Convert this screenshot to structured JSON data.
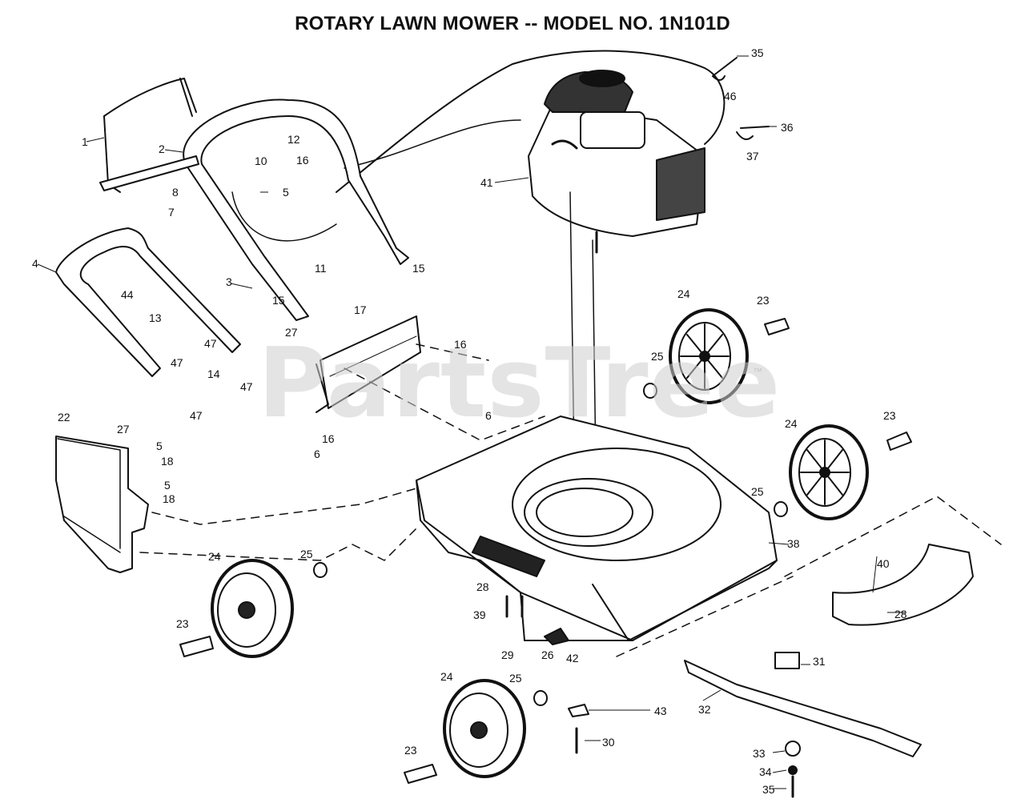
{
  "title": "ROTARY LAWN MOWER -- MODEL NO. 1N101D",
  "watermark": "PartsTree",
  "trademark": "™",
  "part_labels": [
    {
      "id": "1"
    },
    {
      "id": "2"
    },
    {
      "id": "3"
    },
    {
      "id": "4"
    },
    {
      "id": "5"
    },
    {
      "id": "6"
    },
    {
      "id": "7"
    },
    {
      "id": "8"
    },
    {
      "id": "10"
    },
    {
      "id": "11"
    },
    {
      "id": "12"
    },
    {
      "id": "13"
    },
    {
      "id": "14"
    },
    {
      "id": "15"
    },
    {
      "id": "16"
    },
    {
      "id": "17"
    },
    {
      "id": "18"
    },
    {
      "id": "22"
    },
    {
      "id": "23"
    },
    {
      "id": "24"
    },
    {
      "id": "25"
    },
    {
      "id": "26"
    },
    {
      "id": "27"
    },
    {
      "id": "28"
    },
    {
      "id": "29"
    },
    {
      "id": "30"
    },
    {
      "id": "31"
    },
    {
      "id": "32"
    },
    {
      "id": "33"
    },
    {
      "id": "34"
    },
    {
      "id": "35"
    },
    {
      "id": "36"
    },
    {
      "id": "37"
    },
    {
      "id": "38"
    },
    {
      "id": "39"
    },
    {
      "id": "40"
    },
    {
      "id": "41"
    },
    {
      "id": "42"
    },
    {
      "id": "43"
    },
    {
      "id": "44"
    },
    {
      "id": "46"
    },
    {
      "id": "47"
    }
  ]
}
